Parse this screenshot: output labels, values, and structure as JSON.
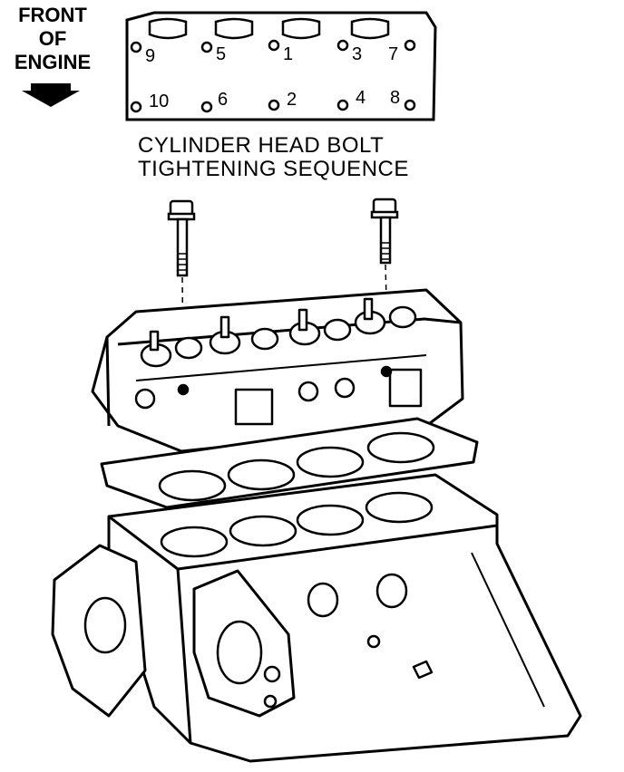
{
  "front_label": [
    "FRONT",
    "OF",
    "ENGINE"
  ],
  "caption": [
    "CYLINDER HEAD BOLT",
    "TIGHTENING SEQUENCE"
  ],
  "bolt_sequence": [
    "9",
    "5",
    "1",
    "3",
    "7",
    "10",
    "6",
    "2",
    "4",
    "8"
  ],
  "colors": {
    "ink": "#000000",
    "paper": "#ffffff"
  }
}
